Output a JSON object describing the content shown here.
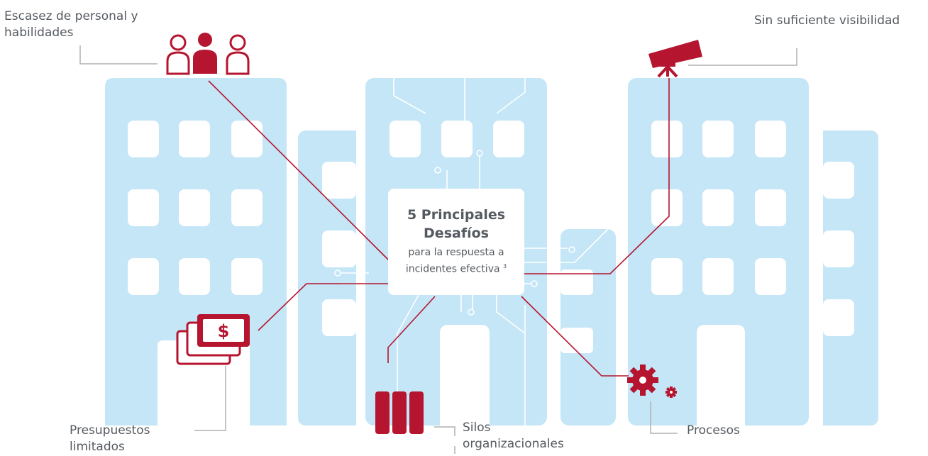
{
  "colors": {
    "building": "#c4e6f7",
    "window": "#ffffff",
    "accent": "#b5152f",
    "label_text": "#555a60",
    "leader_line": "#b0b0b0"
  },
  "center": {
    "line1": "5 Principales",
    "line2": "Desafíos",
    "line3": "para la respuesta a",
    "line4": "incidentes  efectiva",
    "footnote": "3"
  },
  "challenges": [
    {
      "id": "staff",
      "icon": "people-icon",
      "lines": [
        "Escasez de personal y",
        "habilidades"
      ]
    },
    {
      "id": "visibility",
      "icon": "telescope-icon",
      "lines": [
        "Sin suficiente visibilidad"
      ]
    },
    {
      "id": "budget",
      "icon": "money-stack-icon",
      "lines": [
        "Presupuestos",
        "limitados"
      ],
      "symbol": "$"
    },
    {
      "id": "silos",
      "icon": "silos-icon",
      "lines": [
        "Silos",
        "organizacionales"
      ]
    },
    {
      "id": "processes",
      "icon": "gears-icon",
      "lines": [
        "Procesos"
      ]
    }
  ]
}
